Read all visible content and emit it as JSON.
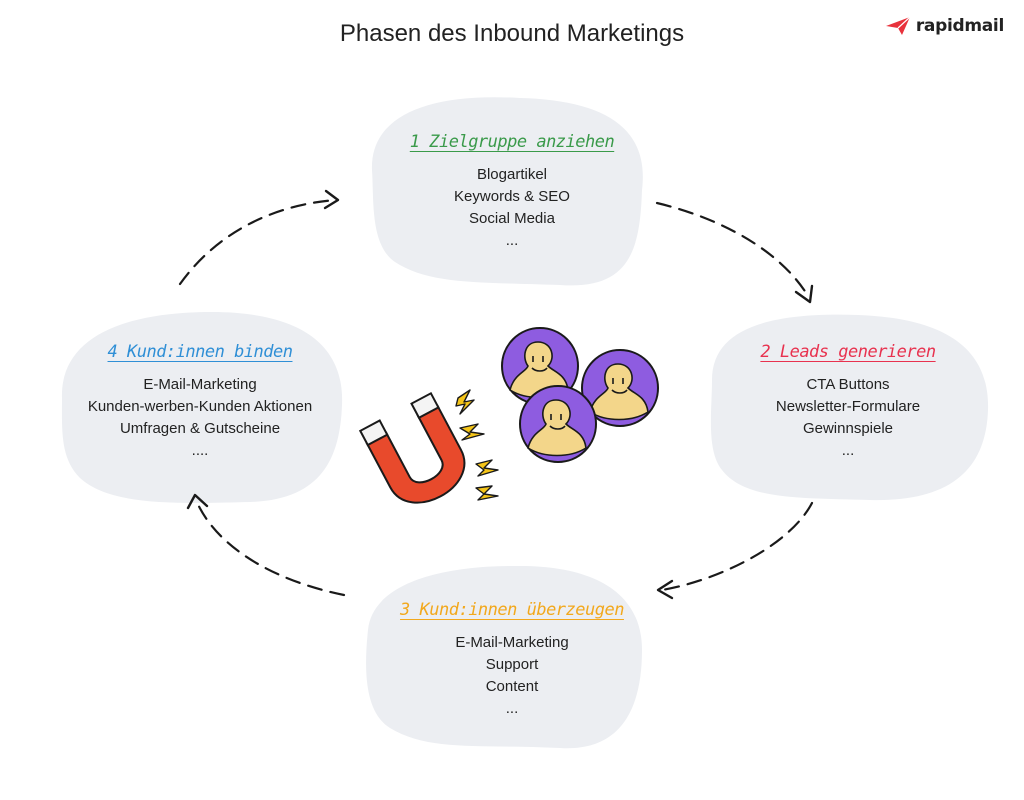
{
  "page": {
    "title": "Phasen des Inbound Marketings"
  },
  "logo": {
    "text": "rapidmail",
    "icon": "paper-plane-icon",
    "color": "#e8323c"
  },
  "phases": [
    {
      "title": "1 Zielgruppe anziehen",
      "color": "#3a9a4a",
      "items": [
        "Blogartikel",
        "Keywords & SEO",
        "Social Media",
        "..."
      ]
    },
    {
      "title": "2 Leads generieren",
      "color": "#e8324f",
      "items": [
        "CTA Buttons",
        "Newsletter-Formulare",
        "Gewinnspiele",
        "..."
      ]
    },
    {
      "title": "3 Kund:innen überzeugen",
      "color": "#f2a81d",
      "items": [
        "E-Mail-Marketing",
        "Support",
        "Content",
        "..."
      ]
    },
    {
      "title": "4 Kund:innen binden",
      "color": "#2f8fd6",
      "items": [
        "E-Mail-Marketing",
        "Kunden-werben-Kunden Aktionen",
        "Umfragen & Gutscheine",
        "...."
      ]
    }
  ],
  "illustration": {
    "magnet_icon": "magnet-icon",
    "people_icon": "people-icon",
    "spark_icon": "lightning-icon"
  },
  "colors": {
    "blob": "#eceef2",
    "magnet": "#e84a2c",
    "people_bg": "#8e5ce0",
    "face": "#f3d68a"
  }
}
